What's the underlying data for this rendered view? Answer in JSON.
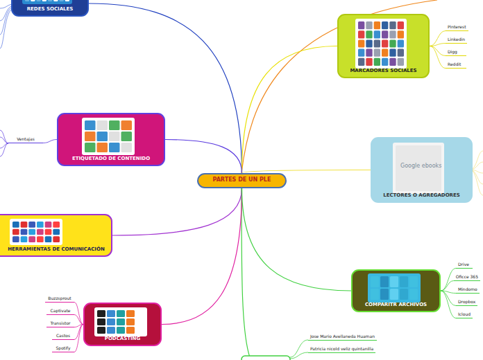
{
  "diagram": {
    "nodes": [
      {
        "text": [
          "PARTES DE UN PLE"
        ]
      },
      {
        "text": [
          "REDES SOCIALES"
        ]
      },
      {
        "text": [
          "MARCADORES SOCIALES"
        ]
      },
      {
        "text": [
          "Pinterest"
        ]
      },
      {
        "text": [
          "Linkedin"
        ]
      },
      {
        "text": [
          "Digg"
        ]
      },
      {
        "text": [
          "Reddit"
        ]
      },
      {
        "text": [
          "ETIQUETADO DE CONTENIDO"
        ]
      },
      {
        "text": [
          "Ventajas"
        ]
      },
      {
        "text": [
          "LECTORES O AGREGADORES"
        ]
      },
      {
        "text": [
          "HERRAMIENTAS DE COMUNICACIÓN"
        ]
      },
      {
        "text": [
          "PODCASTING"
        ]
      },
      {
        "text": [
          "Buzzsprout"
        ]
      },
      {
        "text": [
          "Captivate"
        ]
      },
      {
        "text": [
          "Transistor"
        ]
      },
      {
        "text": [
          "Castos"
        ]
      },
      {
        "text": [
          "Spotify"
        ]
      },
      {
        "text": [
          "COMPARITR ARCHIVOS"
        ]
      },
      {
        "text": [
          "Drive"
        ]
      },
      {
        "text": [
          "Oficce 365"
        ]
      },
      {
        "text": [
          "Mindomo"
        ]
      },
      {
        "text": [
          "Dropbox"
        ]
      },
      {
        "text": [
          "Icloud"
        ]
      }
    ],
    "edges": [
      {
        "from": 0,
        "to": 1,
        "arrow": "none"
      },
      {
        "from": 0,
        "to": 2,
        "arrow": "none"
      },
      {
        "from": 2,
        "to": 3,
        "arrow": "none"
      },
      {
        "from": 2,
        "to": 4,
        "arrow": "none"
      },
      {
        "from": 2,
        "to": 5,
        "arrow": "none"
      },
      {
        "from": 2,
        "to": 6,
        "arrow": "none"
      },
      {
        "from": 0,
        "to": 7,
        "arrow": "none"
      },
      {
        "from": 7,
        "to": 8,
        "arrow": "none"
      },
      {
        "from": 0,
        "to": 9,
        "arrow": "none"
      },
      {
        "from": 0,
        "to": 10,
        "arrow": "none"
      },
      {
        "from": 0,
        "to": 11,
        "arrow": "none"
      },
      {
        "from": 11,
        "to": 12,
        "arrow": "none"
      },
      {
        "from": 11,
        "to": 13,
        "arrow": "none"
      },
      {
        "from": 11,
        "to": 14,
        "arrow": "none"
      },
      {
        "from": 11,
        "to": 15,
        "arrow": "none"
      },
      {
        "from": 11,
        "to": 16,
        "arrow": "none"
      },
      {
        "from": 0,
        "to": 17,
        "arrow": "none"
      },
      {
        "from": 17,
        "to": 18,
        "arrow": "none"
      },
      {
        "from": 17,
        "to": 19,
        "arrow": "none"
      },
      {
        "from": 17,
        "to": 20,
        "arrow": "none"
      },
      {
        "from": 17,
        "to": 21,
        "arrow": "none"
      },
      {
        "from": 17,
        "to": 22,
        "arrow": "none"
      }
    ],
    "labels": [
      "Google ebooks",
      "Jose Mario Avellaneda Huaman",
      "Patricia nicold veliz quintanilla"
    ]
  }
}
